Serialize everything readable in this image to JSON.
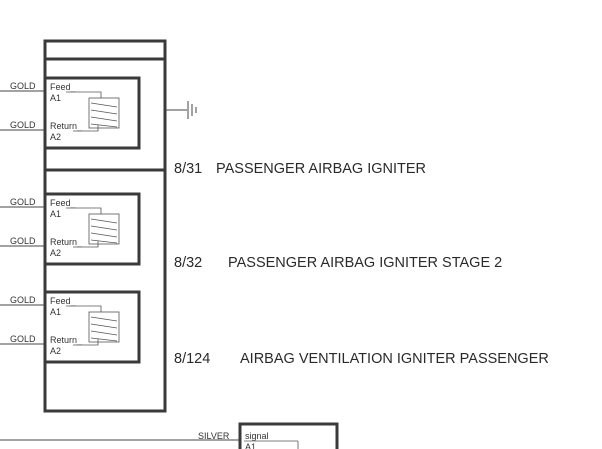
{
  "wires": {
    "w1": "GOLD",
    "w2": "GOLD",
    "w3": "GOLD",
    "w4": "GOLD",
    "w5": "GOLD",
    "w6": "GOLD",
    "w7": "SILVER"
  },
  "igniters": [
    {
      "code": "8/31",
      "name": "PASSENGER AIRBAG IGNITER",
      "pin_feed": "Feed_",
      "pin_a1": "A1",
      "pin_return": "Return_",
      "pin_a2": "A2"
    },
    {
      "code": "8/32",
      "name": "PASSENGER AIRBAG IGNITER STAGE 2",
      "pin_feed": "Feed_",
      "pin_a1": "A1",
      "pin_return": "Return_",
      "pin_a2": "A2"
    },
    {
      "code": "8/124",
      "name": "AIRBAG VENTILATION IGNITER PASSENGER",
      "pin_feed": "Feed_",
      "pin_a1": "A1",
      "pin_return": "Return_",
      "pin_a2": "A2"
    }
  ],
  "bottom_connector": {
    "pin_signal": "signal",
    "pin_a1": "A1"
  },
  "colors": {
    "line": "#3a3a3a",
    "text": "#2a2a2a"
  }
}
